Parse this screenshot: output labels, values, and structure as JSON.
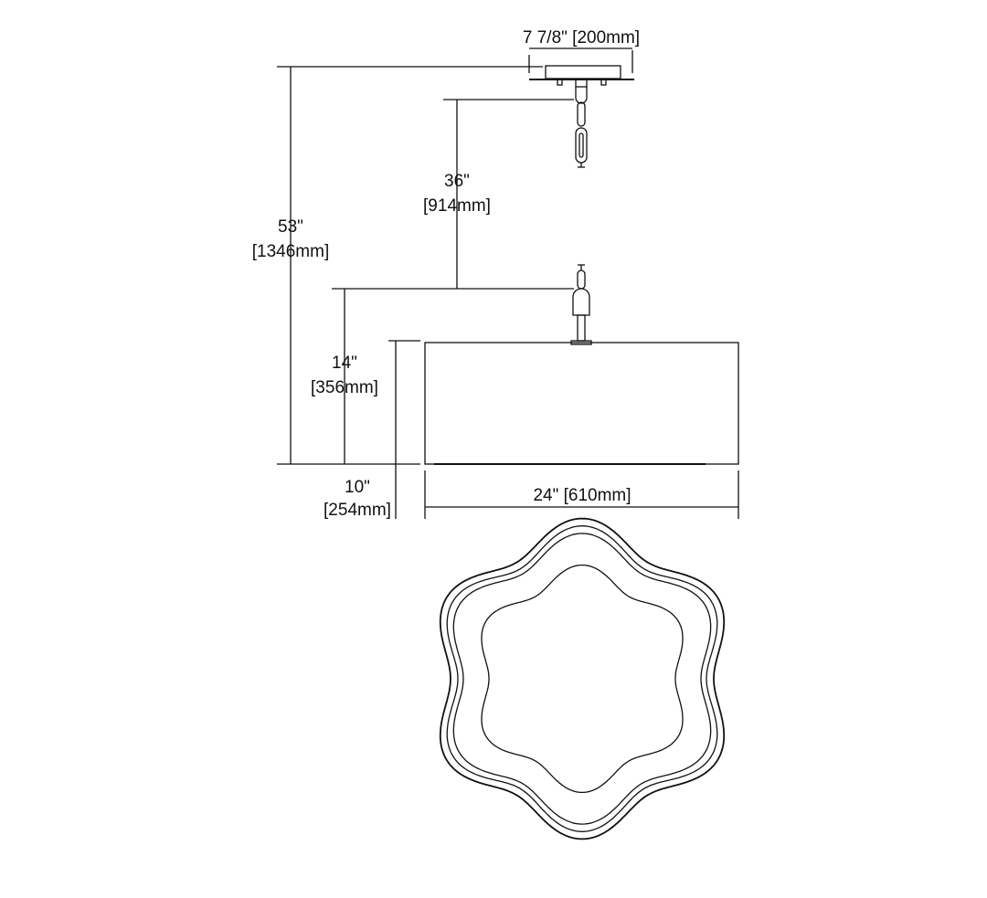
{
  "dimensions": {
    "canopy_width": "7 7/8\" [200mm]",
    "chain_length_in": "36\"",
    "chain_length_mm": "[914mm]",
    "overall_height_in": "53\"",
    "overall_height_mm": "[1346mm]",
    "min_height_in": "14\"",
    "min_height_mm": "[356mm]",
    "shade_height_in": "10\"",
    "shade_height_mm": "[254mm]",
    "shade_width": "24\" [610mm]"
  },
  "colors": {
    "line": "#111111",
    "background": "#ffffff"
  }
}
